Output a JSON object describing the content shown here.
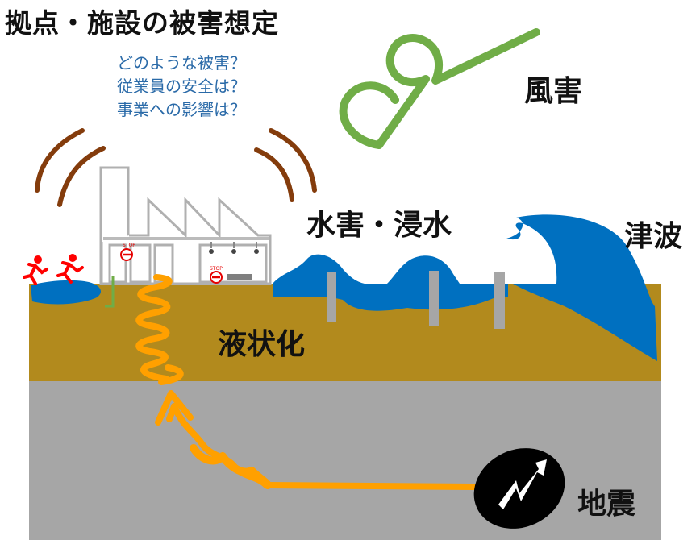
{
  "title": "拠点・施設の被害想定",
  "questions": [
    "どのような被害？",
    "従業員の安全は？",
    "事業への影響は？"
  ],
  "hazards": {
    "wind": "風害",
    "flood": "水害・浸水",
    "tsunami": "津波",
    "liquefaction": "液状化",
    "earthquake": "地震"
  },
  "factory_signs": [
    "STOP",
    "STOP"
  ],
  "colors": {
    "ground": "#b28a1d",
    "bedrock": "#a6a6a6",
    "water": "#0070c0",
    "wind": "#70ad47",
    "wave_arcs": "#843c0c",
    "seismic": "#ffa000",
    "question_text": "#2a6aa8",
    "runner": "#ff0000"
  },
  "icons": [
    "wind-swirl-icon",
    "factory-icon",
    "running-person-icon",
    "earthquake-epicenter-icon",
    "sound-wave-icon"
  ]
}
